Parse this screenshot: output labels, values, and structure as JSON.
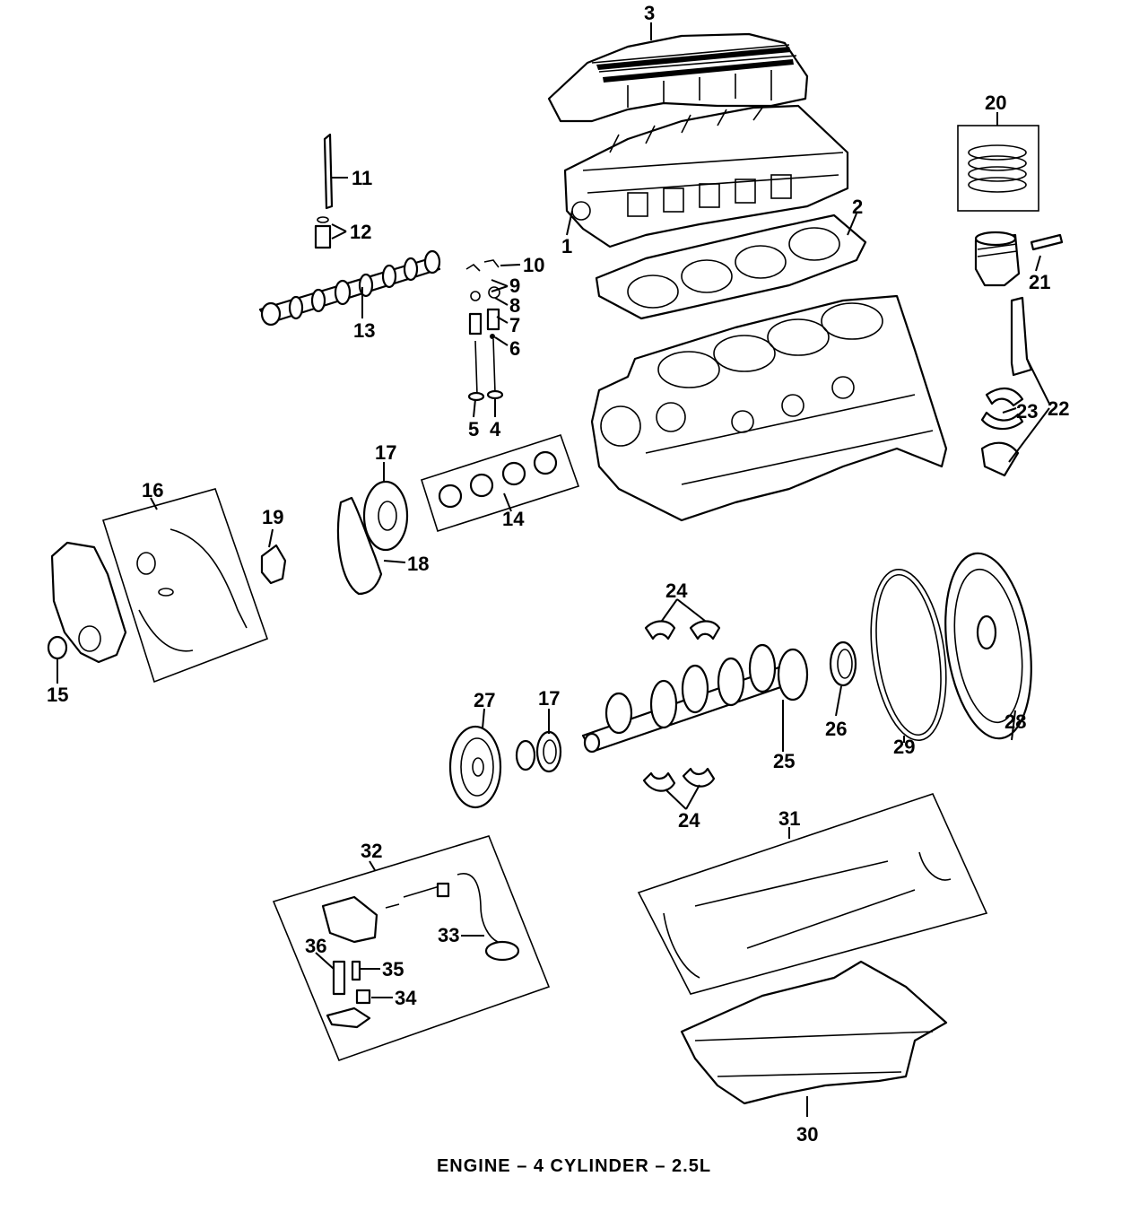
{
  "title": "ENGINE – 4 CYLINDER – 2.5L",
  "callouts": {
    "c1": "1",
    "c2": "2",
    "c3": "3",
    "c4": "4",
    "c5": "5",
    "c6": "6",
    "c7": "7",
    "c8": "8",
    "c9": "9",
    "c10": "10",
    "c11": "11",
    "c12": "12",
    "c13": "13",
    "c14": "14",
    "c15": "15",
    "c16": "16",
    "c17a": "17",
    "c17b": "17",
    "c18": "18",
    "c19": "19",
    "c20": "20",
    "c21": "21",
    "c22": "22",
    "c23": "23",
    "c24a": "24",
    "c24b": "24",
    "c25": "25",
    "c26": "26",
    "c27": "27",
    "c28": "28",
    "c29": "29",
    "c30": "30",
    "c31": "31",
    "c32": "32",
    "c33": "33",
    "c34": "34",
    "c35": "35",
    "c36": "36"
  },
  "parts": [
    "valve-cover",
    "cylinder-head",
    "head-gasket",
    "engine-block",
    "camshaft",
    "valve-lifter",
    "valves-and-springs",
    "piston",
    "piston-rings",
    "connecting-rod",
    "cam-bearings",
    "timing-gear",
    "timing-cover",
    "timing-cover-gasket-set",
    "crankshaft",
    "main-bearings",
    "rear-seal",
    "flywheel",
    "harmonic-balancer",
    "oil-pan",
    "oil-pan-gasket-set",
    "oil-pump",
    "oil-pickup-tube"
  ]
}
